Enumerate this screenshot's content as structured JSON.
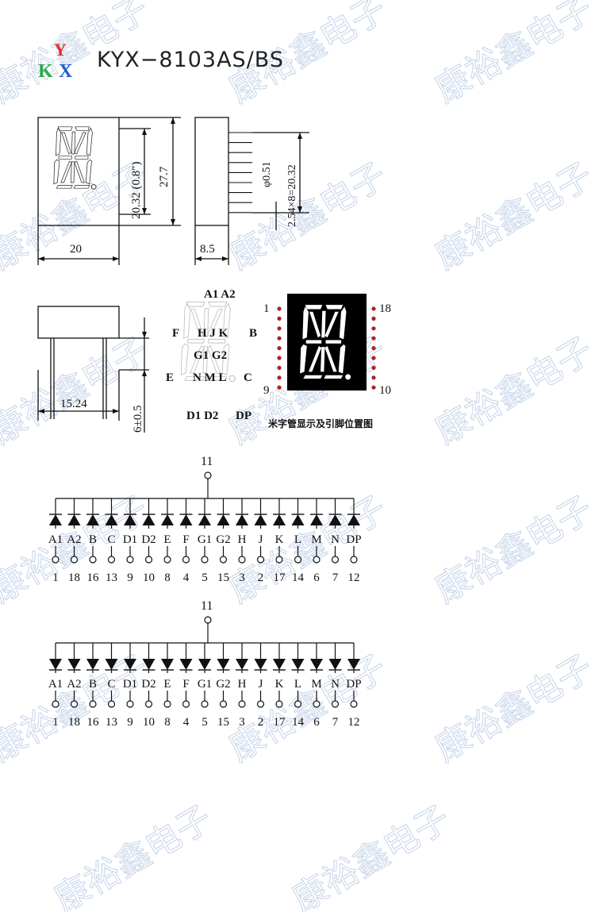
{
  "brand": {
    "logo_letters": [
      "Y",
      "K",
      "X"
    ],
    "logo_colors": {
      "Y": "#e8282b",
      "K": "#2aa84a",
      "X": "#1f5fd0"
    }
  },
  "title": "KYX−8103AS/BS",
  "watermark": "康裕鑫电子",
  "front_view": {
    "width_label": "20",
    "height_label": "27.7",
    "digit_height_label": "20.32 (0.8″)"
  },
  "side_view": {
    "depth_label": "8.5",
    "pin_diameter_label": "φ0.51",
    "pitch_label": "2.54×8=20.32"
  },
  "bottom_view": {
    "row_spacing_label": "15.24",
    "pin_length_label": "6±0.5"
  },
  "segment_map": {
    "top": "A1 A2",
    "row1_left": "F",
    "row1_mid": "H J K",
    "row1_right": "B",
    "row2_mid": "G1 G2",
    "row3_left": "E",
    "row3_mid": "N M L",
    "row3_right": "C",
    "bottom": "D1 D2",
    "dp": "DP"
  },
  "pin_layout": {
    "pin1": "1",
    "pin9": "9",
    "pin18": "18",
    "pin10": "10",
    "caption": "米字管显示及引脚位置图"
  },
  "common_pin_top": "11",
  "common_pin_bottom": "11",
  "segments": [
    "A1",
    "A2",
    "B",
    "C",
    "D1",
    "D2",
    "E",
    "F",
    "G1",
    "G2",
    "H",
    "J",
    "K",
    "L",
    "M",
    "N",
    "DP"
  ],
  "pins": [
    "1",
    "18",
    "16",
    "13",
    "9",
    "10",
    "8",
    "4",
    "5",
    "15",
    "3",
    "2",
    "17",
    "14",
    "6",
    "7",
    "12"
  ],
  "colors": {
    "line": "#111111",
    "pin_dot": "#b02020",
    "display_bg": "#000000",
    "segment_off": "#3a3a3a",
    "segment_on": "#ffffff",
    "watermark": "#c9d6ea"
  }
}
